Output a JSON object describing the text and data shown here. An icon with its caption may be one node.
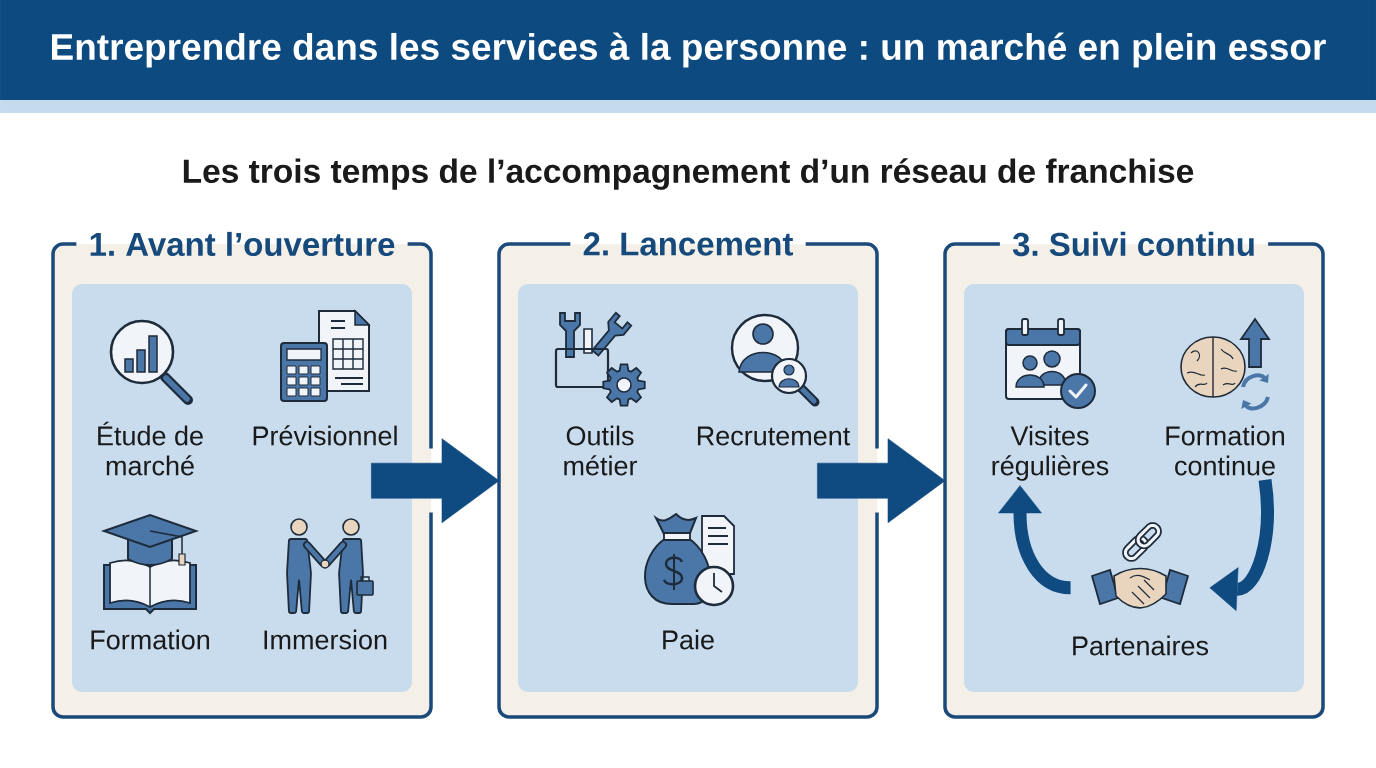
{
  "diagram": {
    "title": "Entreprendre dans les services à la personne : un marché en plein essor",
    "nodes": [
      {
        "text": [
          "1. Avant l’ouverture"
        ]
      },
      {
        "text": [
          "Étude de marché"
        ],
        "in": 0
      },
      {
        "text": [
          "Prévisionnel"
        ],
        "in": 0
      },
      {
        "text": [
          "Formation"
        ],
        "in": 0
      },
      {
        "text": [
          "Immersion"
        ],
        "in": 0
      },
      {
        "text": [
          "2. Lancement"
        ]
      },
      {
        "text": [
          "Outils métier"
        ],
        "in": 5
      },
      {
        "text": [
          "Recrutement"
        ],
        "in": 5
      },
      {
        "text": [
          "Paie"
        ],
        "in": 5
      },
      {
        "text": [
          "3. Suivi continu"
        ]
      },
      {
        "text": [
          "Visites régulières"
        ],
        "in": 9
      },
      {
        "text": [
          "Formation continue"
        ],
        "in": 9
      },
      {
        "text": [
          "Partenaires"
        ],
        "in": 9
      }
    ],
    "edges": [
      {
        "from": 0,
        "to": 5,
        "arrow": "to",
        "style": "thick"
      },
      {
        "from": 5,
        "to": 9,
        "arrow": "to",
        "style": "thick"
      },
      {
        "from": 12,
        "to": 10,
        "arrow": "to"
      },
      {
        "from": 11,
        "to": 12,
        "arrow": "to"
      }
    ],
    "labels": [
      "Les trois temps de l’accompagnement d’un réseau de franchise"
    ]
  }
}
